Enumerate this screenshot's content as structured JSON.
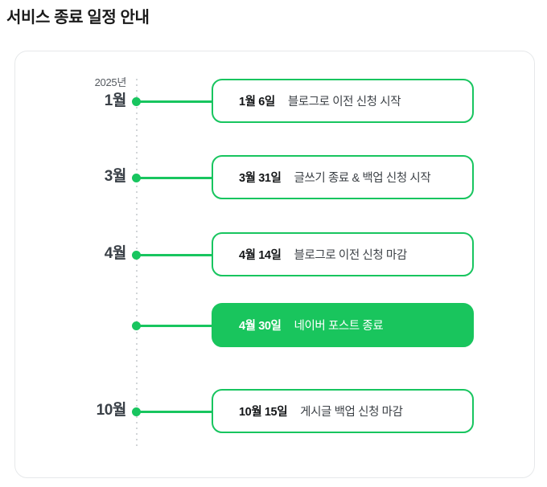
{
  "page": {
    "title": "서비스 종료 일정 안내"
  },
  "timeline": {
    "year": "2025년",
    "rows": [
      {
        "month": "1월",
        "show_year": true,
        "date": "1월 6일",
        "description": "블로그로 이전 신청 시작",
        "highlighted": false
      },
      {
        "month": "3월",
        "show_year": false,
        "date": "3월 31일",
        "description": "글쓰기 종료 & 백업 신청 시작",
        "highlighted": false
      },
      {
        "month": "4월",
        "show_year": false,
        "date": "4월 14일",
        "description": "블로그로 이전 신청 마감",
        "highlighted": false
      },
      {
        "month": "",
        "show_year": false,
        "date": "4월 30일",
        "description": "네이버 포스트 종료",
        "highlighted": true
      },
      {
        "month": "10월",
        "show_year": false,
        "date": "10월 15일",
        "description": "게시글 백업 신청 마감",
        "highlighted": false
      }
    ]
  },
  "colors": {
    "accent_green": "#18c55f",
    "highlight_green": "#19c55d",
    "panel_border": "#e6e8ea",
    "title_text": "#1a1a1a",
    "month_text": "#3b4148",
    "year_text": "#555a60",
    "date_text": "#141618",
    "desc_text": "#3d4247",
    "dotted_line": "#d2d5d8"
  }
}
